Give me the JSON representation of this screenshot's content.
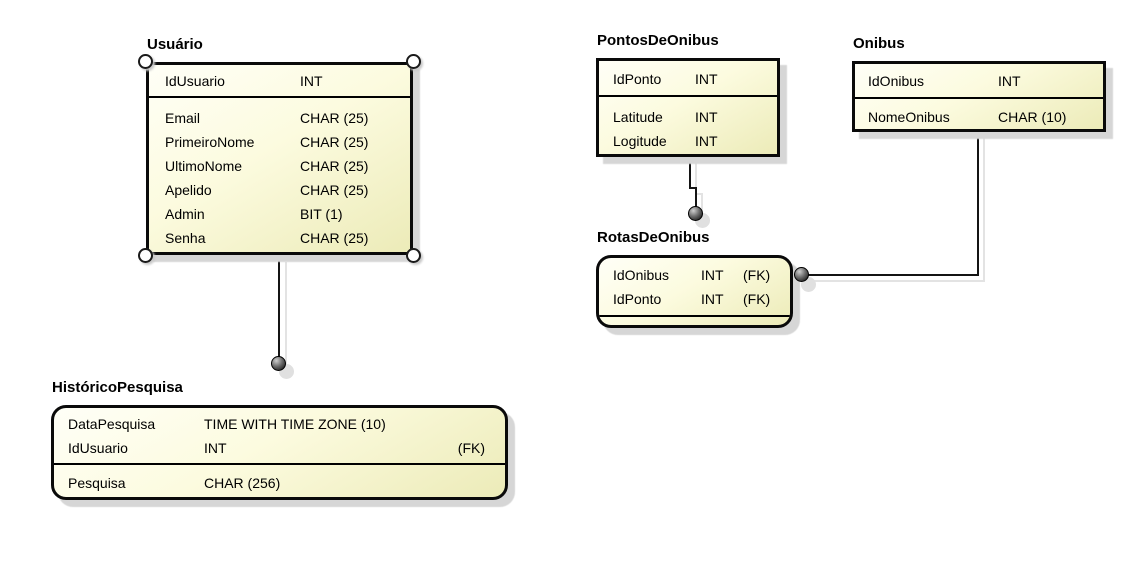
{
  "colors": {
    "background": "#ffffff",
    "table_fill_light": "#fffff7",
    "table_fill_dark": "#ecebb8",
    "table_border": "#0a0a0a",
    "box_shadow": "#d6d6d6",
    "connector": "#141414",
    "connector_shadow": "#e3e3e3",
    "endpoint_ball": "#1c1c1c"
  },
  "entities": [
    {
      "title": "Usuário",
      "selected": true,
      "key_rows": [
        {
          "name": "IdUsuario",
          "type": "INT"
        }
      ],
      "attr_rows": [
        {
          "name": "Email",
          "type": "CHAR (25)"
        },
        {
          "name": "PrimeiroNome",
          "type": "CHAR (25)"
        },
        {
          "name": "UltimoNome",
          "type": "CHAR (25)"
        },
        {
          "name": "Apelido",
          "type": "CHAR (25)"
        },
        {
          "name": "Admin",
          "type": "BIT (1)"
        },
        {
          "name": "Senha",
          "type": "CHAR (25)"
        }
      ]
    },
    {
      "title": "PontosDeOnibus",
      "selected": false,
      "key_rows": [
        {
          "name": "IdPonto",
          "type": "INT"
        }
      ],
      "attr_rows": [
        {
          "name": "Latitude",
          "type": "INT"
        },
        {
          "name": "Logitude",
          "type": "INT"
        }
      ]
    },
    {
      "title": "Onibus",
      "selected": false,
      "key_rows": [
        {
          "name": "IdOnibus",
          "type": "INT"
        }
      ],
      "attr_rows": [
        {
          "name": "NomeOnibus",
          "type": "CHAR (10)"
        }
      ]
    },
    {
      "title": "RotasDeOnibus",
      "selected": false,
      "key_rows": [
        {
          "name": "IdOnibus",
          "type": "INT",
          "fk": "(FK)"
        },
        {
          "name": "IdPonto",
          "type": "INT",
          "fk": "(FK)"
        }
      ],
      "attr_rows": []
    },
    {
      "title": "HistóricoPesquisa",
      "selected": false,
      "key_rows": [
        {
          "name": "DataPesquisa",
          "type": "TIME WITH TIME ZONE (10)",
          "fk": ""
        },
        {
          "name": "IdUsuario",
          "type": "INT",
          "fk": "(FK)"
        }
      ],
      "attr_rows": [
        {
          "name": "Pesquisa",
          "type": "CHAR (256)"
        }
      ]
    }
  ],
  "connections": [
    {
      "from": "Usuário",
      "to": "HistóricoPesquisa"
    },
    {
      "from": "PontosDeOnibus",
      "to": "RotasDeOnibus"
    },
    {
      "from": "Onibus",
      "to": "RotasDeOnibus"
    }
  ]
}
